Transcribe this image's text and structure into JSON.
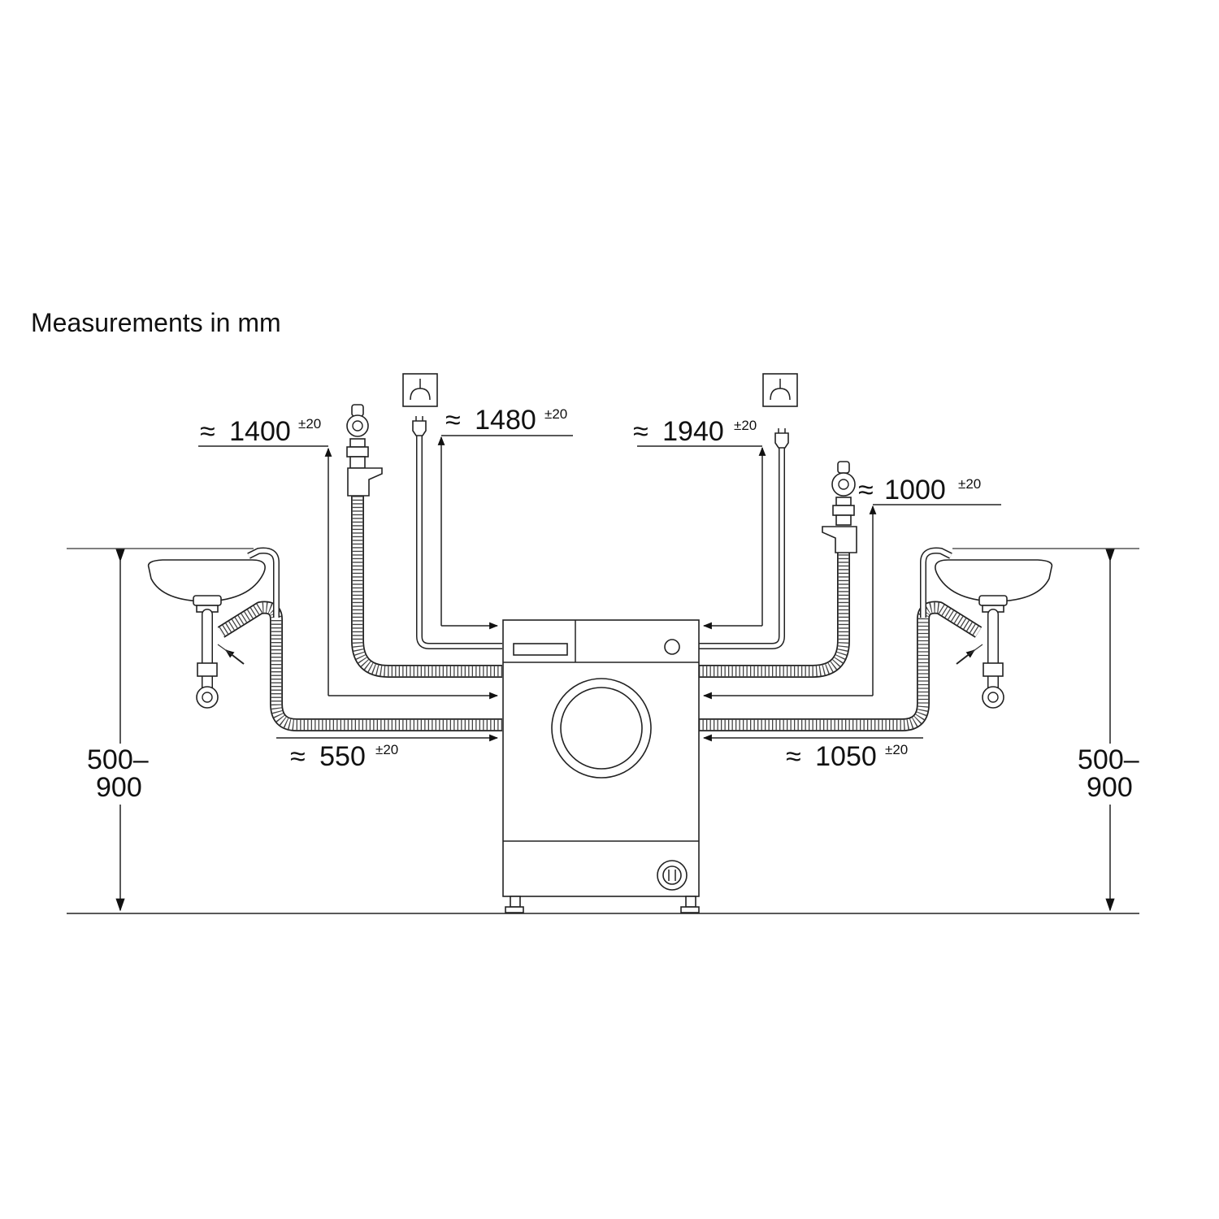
{
  "title": "Measurements in mm",
  "dimensions": {
    "drain_left": {
      "approx": "≈",
      "value": "550",
      "tolerance": "±20"
    },
    "inlet_left": {
      "approx": "≈",
      "value": "1400",
      "tolerance": "±20"
    },
    "power_left": {
      "approx": "≈",
      "value": "1480",
      "tolerance": "±20"
    },
    "power_right": {
      "approx": "≈",
      "value": "1940",
      "tolerance": "±20"
    },
    "inlet_right": {
      "approx": "≈",
      "value": "1000",
      "tolerance": "±20"
    },
    "drain_right": {
      "approx": "≈",
      "value": "1050",
      "tolerance": "±20"
    },
    "height_left": {
      "line1": "500–",
      "line2": "900"
    },
    "height_right": {
      "line1": "500–",
      "line2": "900"
    }
  },
  "icons": [
    "earthed-socket-icon",
    "power-plug-icon",
    "water-tap-icon",
    "sink-icon",
    "washing-machine-icon"
  ]
}
